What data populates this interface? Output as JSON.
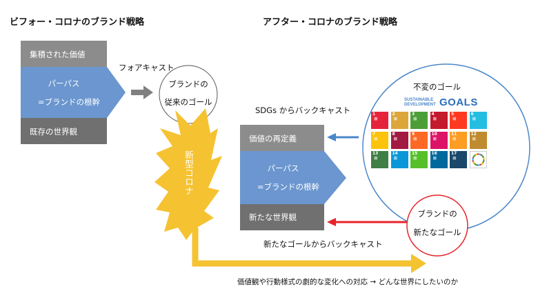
{
  "titles": {
    "before": "ビフォー・コロナのブランド戦略",
    "after": "アフター・コロナのブランド戦略"
  },
  "before_stack": {
    "top": "集積された価値",
    "mid_line1": "パーパス",
    "mid_line2": "=ブランドの根幹",
    "bottom": "既存の世界観"
  },
  "after_stack": {
    "top": "価値の再定義",
    "mid_line1": "パーパス",
    "mid_line2": "=ブランドの根幹",
    "bottom": "新たな世界観"
  },
  "labels": {
    "forecast": "フォアキャスト",
    "sdgs_backcast": "SDGs からバックキャスト",
    "new_goal_backcast": "新たなゴールからバックキャスト",
    "footer": "価値観や行動様式の劇的な変化への対応 → どんな世界にしたいのか",
    "covid": "新型コロナ"
  },
  "circles": {
    "old_goal_line1": "ブランドの",
    "old_goal_line2": "従来のゴール",
    "sdg_title": "不変のゴール",
    "new_goal_line1": "ブランドの",
    "new_goal_line2": "新たなゴール"
  },
  "sdg_logo": {
    "line1": "SUSTAINABLE",
    "line2": "DEVELOPMENT",
    "word": "GOALS"
  },
  "sdg_tiles": [
    {
      "num": "1",
      "color": "#e5243b"
    },
    {
      "num": "2",
      "color": "#dda63a"
    },
    {
      "num": "3",
      "color": "#4c9f38"
    },
    {
      "num": "4",
      "color": "#c5192d"
    },
    {
      "num": "5",
      "color": "#ff3a21"
    },
    {
      "num": "6",
      "color": "#26bde2"
    },
    {
      "num": "7",
      "color": "#fcc30b"
    },
    {
      "num": "8",
      "color": "#a21942"
    },
    {
      "num": "9",
      "color": "#fd6925"
    },
    {
      "num": "10",
      "color": "#dd1367"
    },
    {
      "num": "11",
      "color": "#fd9d24"
    },
    {
      "num": "12",
      "color": "#bf8b2e"
    },
    {
      "num": "13",
      "color": "#3f7e44"
    },
    {
      "num": "14",
      "color": "#0a97d9"
    },
    {
      "num": "15",
      "color": "#56c02b"
    },
    {
      "num": "16",
      "color": "#00689d"
    },
    {
      "num": "17",
      "color": "#19486a"
    },
    {
      "num": "",
      "color": "#ffffff"
    }
  ],
  "colors": {
    "gray": "#8c8c8c",
    "blue": "#6b96cf",
    "dark_gray": "#707070",
    "burst": "#f5c232",
    "arrow_blue": "#4a86c8",
    "arrow_red": "#e8232a",
    "circle_red": "#e8232a",
    "circle_blue": "#4a86c8"
  }
}
